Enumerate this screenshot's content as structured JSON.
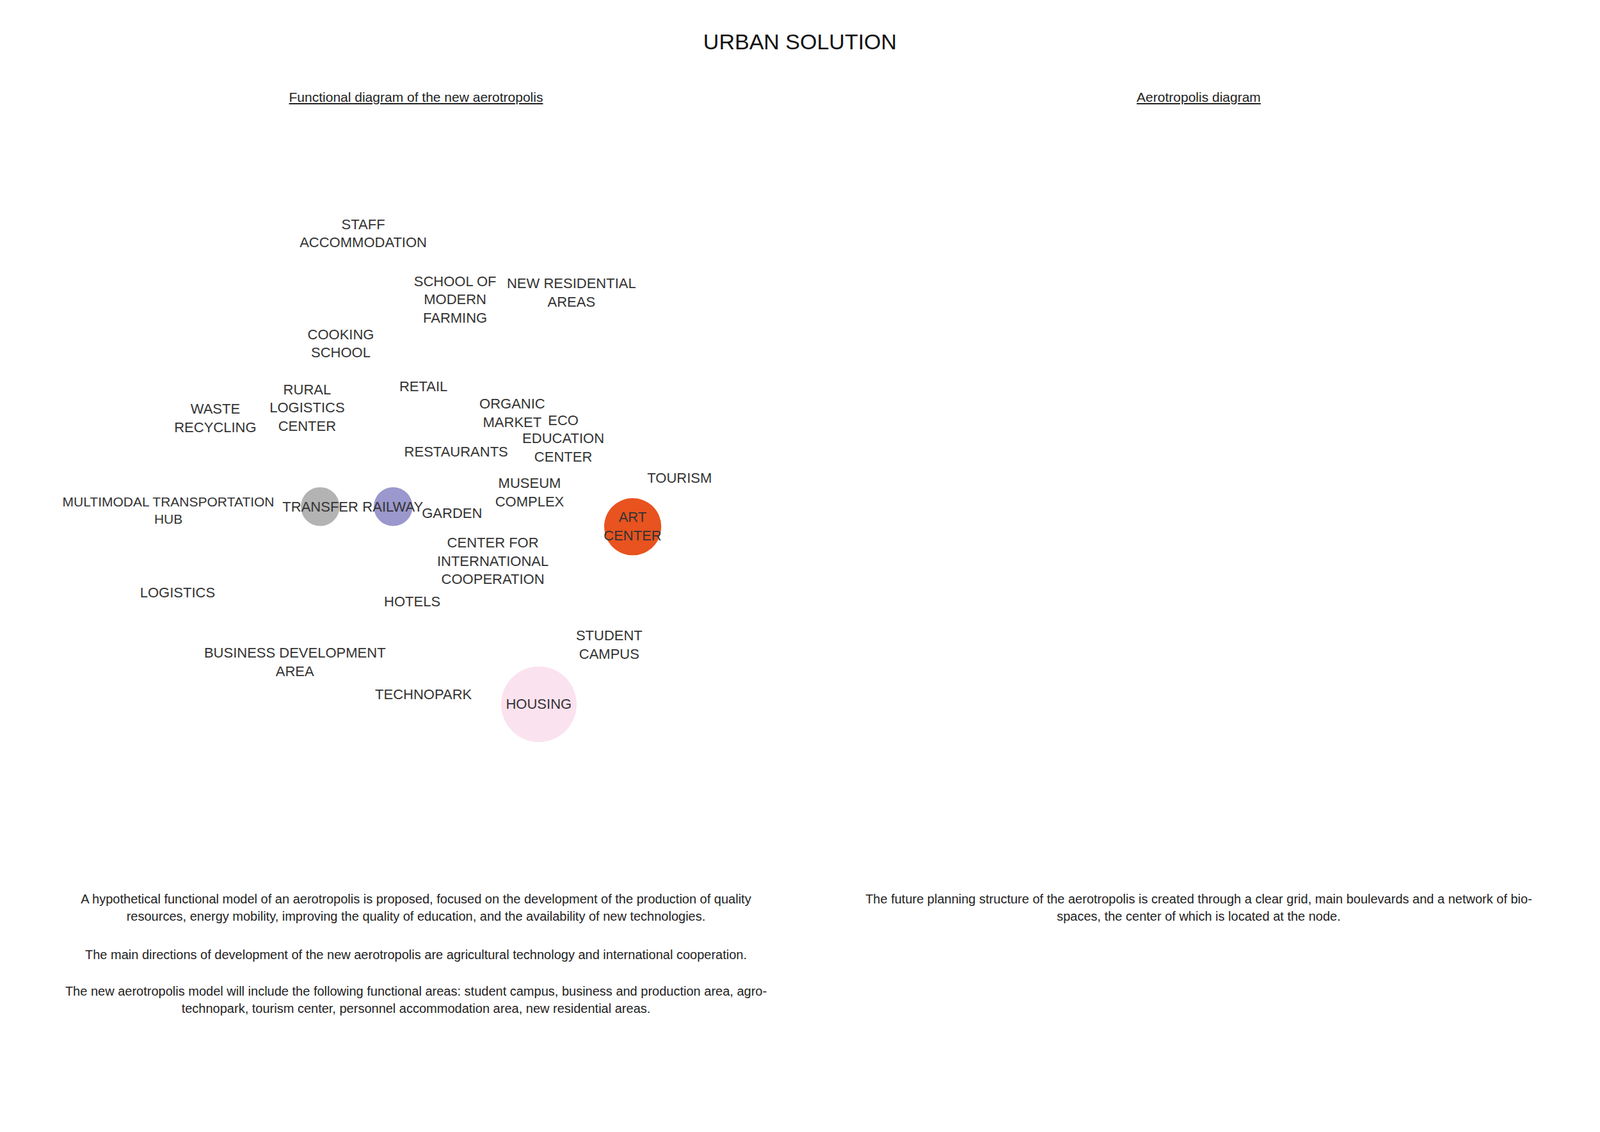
{
  "diagram": {
    "title": "URBAN SOLUTION",
    "nodes": [
      {
        "text": [
          "STAFF ACCOMMODATION"
        ]
      },
      {
        "text": [
          "SCHOOL OF MODERN FARMING"
        ]
      },
      {
        "text": [
          "NEW RESIDENTIAL AREAS"
        ]
      },
      {
        "text": [
          "COOKING SCHOOL"
        ]
      },
      {
        "text": [
          "RETAIL"
        ]
      },
      {
        "text": [
          "WASTE RECYCLING"
        ]
      },
      {
        "text": [
          "RURAL LOGISTICS CENTER"
        ]
      },
      {
        "text": [
          "ORGANIC MARKET"
        ]
      },
      {
        "text": [
          "ECO EDUCATION CENTER"
        ]
      },
      {
        "text": [
          "RESTAURANTS"
        ]
      },
      {
        "text": [
          "MULTIMODAL TRANSPORTATION HUB"
        ]
      },
      {
        "text": [
          "TRANSFER"
        ],
        "in": 10
      },
      {
        "text": [
          "RAILWAY"
        ],
        "in": 10
      },
      {
        "text": [
          "GARDEN"
        ]
      },
      {
        "text": [
          "MUSEUM COMPLEX"
        ]
      },
      {
        "text": [
          "TOURISM"
        ]
      },
      {
        "text": [
          "ART CENTER"
        ],
        "in": 15
      },
      {
        "text": [
          "CENTER FOR INTERNATIONAL COOPERATION"
        ]
      },
      {
        "text": [
          "LOGISTICS"
        ]
      },
      {
        "text": [
          "BUSINESS DEVELOPMENT AREA"
        ]
      },
      {
        "text": [
          "HOTELS"
        ]
      },
      {
        "text": [
          "TECHNOPARK"
        ]
      },
      {
        "text": [
          "STUDENT CAMPUS"
        ]
      },
      {
        "text": [
          "HOUSING"
        ],
        "in": 22
      }
    ],
    "labels": [
      "Functional diagram of the new aerotropolis",
      "Aerotropolis diagram",
      "A hypothetical functional model of an aerotropolis is proposed, focused on the development of the production of quality resources, energy mobility, improving the quality of education, and the availability of new technologies.",
      "The main directions of development of the new aerotropolis are agricultural technology and international cooperation.",
      "The new aerotropolis model will include the following functional areas: student campus, business and production area, agro-technopark, tourism center, personnel accommodation area, new residential areas.",
      "The future planning structure of the aerotropolis is created through a clear grid, main boulevards and a network of bio-spaces, the center of which is located at the node."
    ]
  }
}
